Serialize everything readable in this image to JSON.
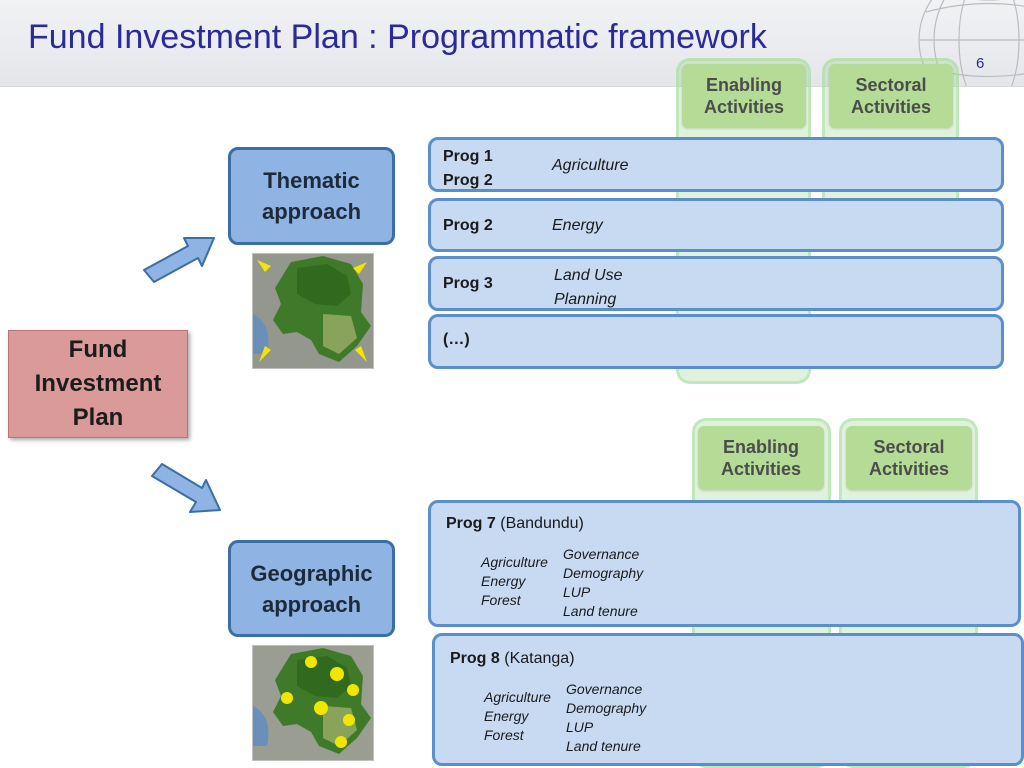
{
  "header": {
    "title": "Fund Investment Plan : Programmatic framework",
    "page_number": "6"
  },
  "fund": {
    "label": "Fund Investment Plan"
  },
  "thematic": {
    "label": "Thematic approach"
  },
  "geographic": {
    "label": "Geographic approach"
  },
  "columns_top": {
    "enabling": "Enabling Activities",
    "sectoral": "Sectoral Activities"
  },
  "columns_bottom": {
    "enabling": "Enabling Activities",
    "sectoral": "Sectoral Activities"
  },
  "thematic_programs": [
    {
      "progs": [
        "Prog 1",
        "Prog 2"
      ],
      "topic": "Agriculture"
    },
    {
      "progs": [
        "Prog 2"
      ],
      "topic": "Energy"
    },
    {
      "progs": [
        "Prog 3"
      ],
      "topic_lines": [
        "Land Use",
        "Planning"
      ]
    },
    {
      "progs": [
        "(…)"
      ]
    }
  ],
  "geographic_programs": [
    {
      "prog": "Prog 7",
      "region": "(Bandundu)",
      "left": [
        "Agriculture",
        "Energy",
        "Forest"
      ],
      "right": [
        "Governance",
        "Demography",
        "LUP",
        "Land tenure"
      ]
    },
    {
      "prog": "Prog 8",
      "region": "(Katanga)",
      "left": [
        "Agriculture",
        "Energy",
        "Forest"
      ],
      "right": [
        "Governance",
        "Demography",
        "LUP",
        "Land tenure"
      ]
    }
  ],
  "colors": {
    "title": "#2a2a9a",
    "approach_fill": "#8fb3e3",
    "fund_fill": "#db9a9a",
    "program_fill": "#c8daf2",
    "column_green": "#b4dc96"
  }
}
